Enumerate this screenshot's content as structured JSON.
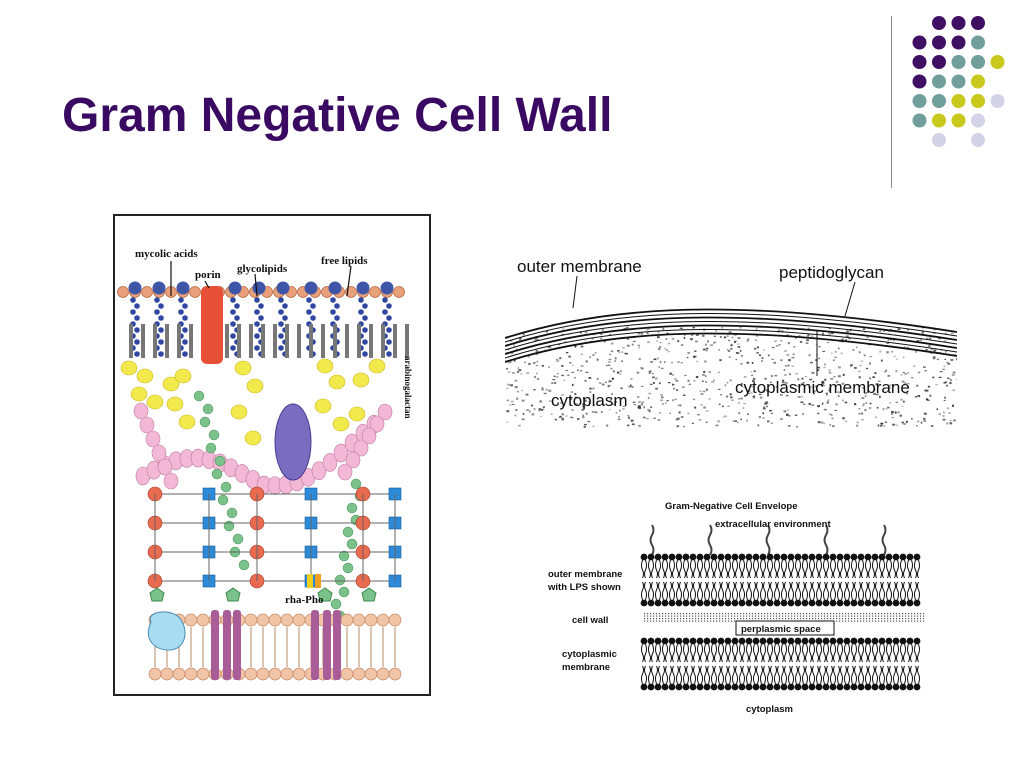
{
  "slide": {
    "title": "Gram Negative Cell Wall"
  },
  "colors": {
    "title": "#3a0a62",
    "purple": "#3f0f63",
    "teal": "#6f9e9b",
    "olive": "#c9c81c",
    "lavender": "#d4d2e6"
  },
  "figure_a": {
    "labels": {
      "mycolic_acids": "mycolic acids",
      "porin": "porin",
      "glycolipids": "glycolipids",
      "free_lipids": "free lipids",
      "arabinogalactan": "arabinogalactan",
      "rha_pho": "rha-Pho"
    }
  },
  "figure_b": {
    "labels": {
      "outer_membrane": "outer membrane",
      "peptidoglycan": "peptidoglycan",
      "cytoplasmic_membrane": "cytoplasmic membrane",
      "cytoplasm": "cytoplasm"
    }
  },
  "figure_c": {
    "title": "Gram-Negative Cell Envelope",
    "labels": {
      "extracellular": "extracellular environment",
      "outer_membrane_line1": "outer membrane",
      "outer_membrane_line2": "with LPS shown",
      "cell_wall": "cell wall",
      "periplasmic_space": "perplasmic space",
      "cytoplasmic_membrane_line1": "cytoplasmic",
      "cytoplasmic_membrane_line2": "membrane",
      "cytoplasm": "cytoplasm"
    }
  }
}
